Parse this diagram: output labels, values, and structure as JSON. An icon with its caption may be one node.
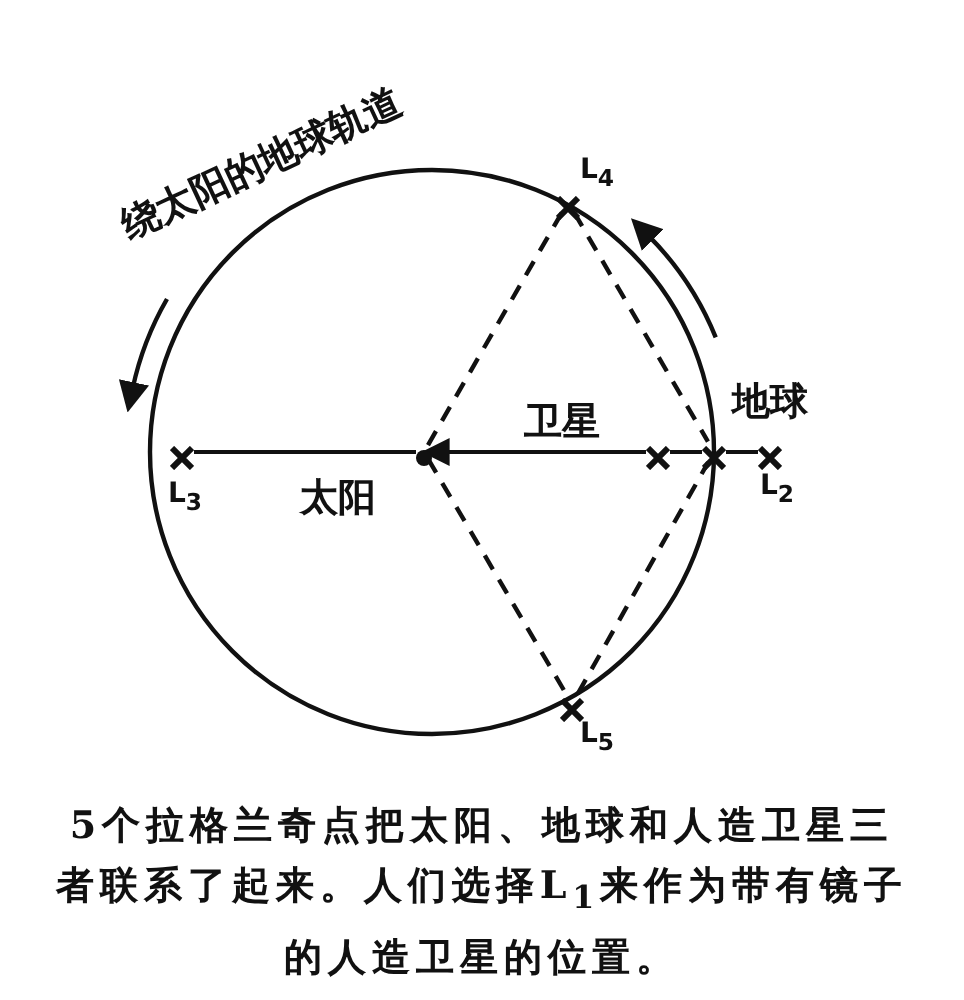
{
  "diagram": {
    "caption": "5个拉格兰奇点把太阳、地球和人造卫星三者联系了起来。人们选择L$_{1}$来作为带有镜子的人造卫星的位置。",
    "nodes": [
      {
        "text": [
          "太阳"
        ]
      },
      {
        "text": [
          "地球"
        ]
      },
      {
        "text": [
          "卫星"
        ]
      },
      {
        "text": [
          "L$_{2}$"
        ]
      },
      {
        "text": [
          "L$_{3}$"
        ]
      },
      {
        "text": [
          "L$_{4}$"
        ]
      },
      {
        "text": [
          "L$_{5}$"
        ]
      }
    ],
    "edges": [
      {
        "from": 2,
        "to": 0,
        "arrow": "to"
      },
      {
        "from": 4,
        "to": 0,
        "arrow": "none"
      },
      {
        "from": 2,
        "to": 1,
        "arrow": "none"
      },
      {
        "from": 1,
        "to": 3,
        "arrow": "none"
      },
      {
        "from": 0,
        "to": 5,
        "arrow": "none",
        "style": "dashed"
      },
      {
        "from": 5,
        "to": 1,
        "arrow": "none",
        "style": "dashed"
      },
      {
        "from": 0,
        "to": 6,
        "arrow": "none",
        "style": "dashed"
      },
      {
        "from": 6,
        "to": 1,
        "arrow": "none",
        "style": "dashed"
      }
    ],
    "labels": [
      "绕太阳的地球轨道"
    ]
  }
}
